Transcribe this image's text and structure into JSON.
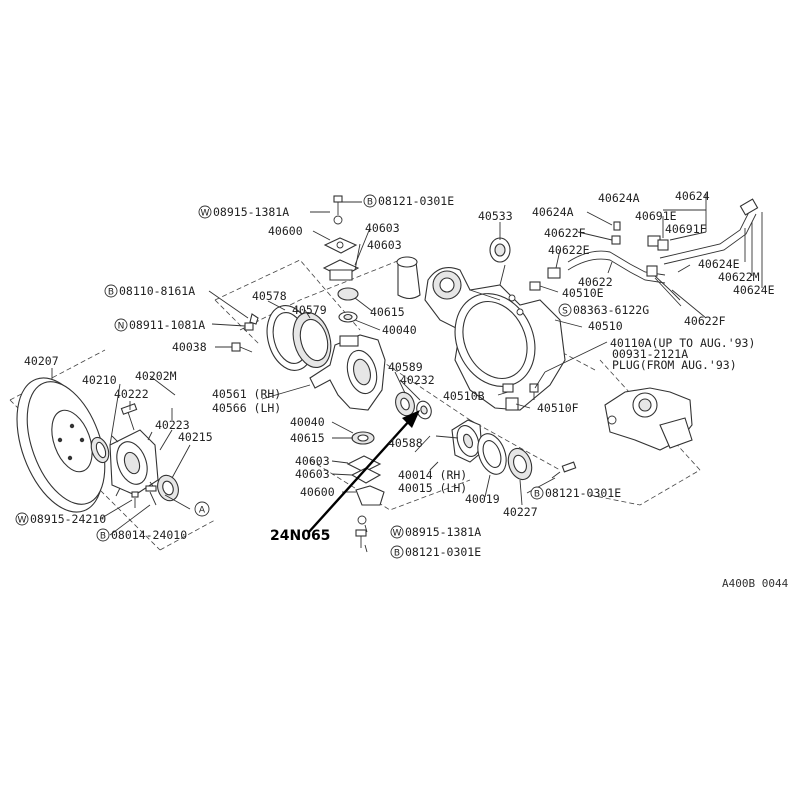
{
  "diagram_code": "A400B 0044",
  "reference_marker": "24N065",
  "part_numbers": {
    "p40207": "40207",
    "p40210": "40210",
    "p40202M": "40202M",
    "p40222": "40222",
    "p40223": "40223",
    "p40215": "40215",
    "p40038": "40038",
    "p40578": "40578",
    "p40579": "40579",
    "p40600a": "40600",
    "p40603a": "40603",
    "p40603b": "40603",
    "p40615a": "40615",
    "p40040a": "40040",
    "p40561": "40561 (RH)",
    "p40566": "40566 (LH)",
    "p40589": "40589",
    "p40232": "40232",
    "p40040b": "40040",
    "p40615b": "40615",
    "p40603c": "40603",
    "p40603d": "40603",
    "p40600b": "40600",
    "p40588": "40588",
    "p40014": "40014 (RH)",
    "p40015": "40015 (LH)",
    "p40019": "40019",
    "p40227": "40227",
    "p40533": "40533",
    "p40624A_a": "40624A",
    "p40624A_b": "40624A",
    "p40624": "40624",
    "p40691E": "40691E",
    "p40691F": "40691F",
    "p40622F_a": "40622F",
    "p40622E_a": "40622E",
    "p40622": "40622",
    "p40510E": "40510E",
    "p40624E_a": "40624E",
    "p40622M": "40622M",
    "p40624E_b": "40624E",
    "p40622F_b": "40622F",
    "p40510": "40510",
    "p40110A": "40110A(UP TO AUG.'93)",
    "p00931": "00931-2121A",
    "plug": "PLUG(FROM AUG.'93)",
    "p40510B": "40510B",
    "p40510F": "40510F"
  },
  "fasteners": {
    "w1": {
      "prefix": "W",
      "number": "08915-1381A"
    },
    "b1": {
      "prefix": "B",
      "number": "08121-0301E"
    },
    "b2": {
      "prefix": "B",
      "number": "08110-8161A"
    },
    "n1": {
      "prefix": "N",
      "number": "08911-1081A"
    },
    "s1": {
      "prefix": "S",
      "number": "08363-6122G"
    },
    "b3": {
      "prefix": "B",
      "number": "08121-0301E"
    },
    "w2": {
      "prefix": "W",
      "number": "08915-24210"
    },
    "b4": {
      "prefix": "B",
      "number": "08014-24010"
    },
    "w3": {
      "prefix": "W",
      "number": "08915-1381A"
    },
    "b5": {
      "prefix": "B",
      "number": "08121-0301E"
    }
  },
  "markers": {
    "a": "A"
  }
}
